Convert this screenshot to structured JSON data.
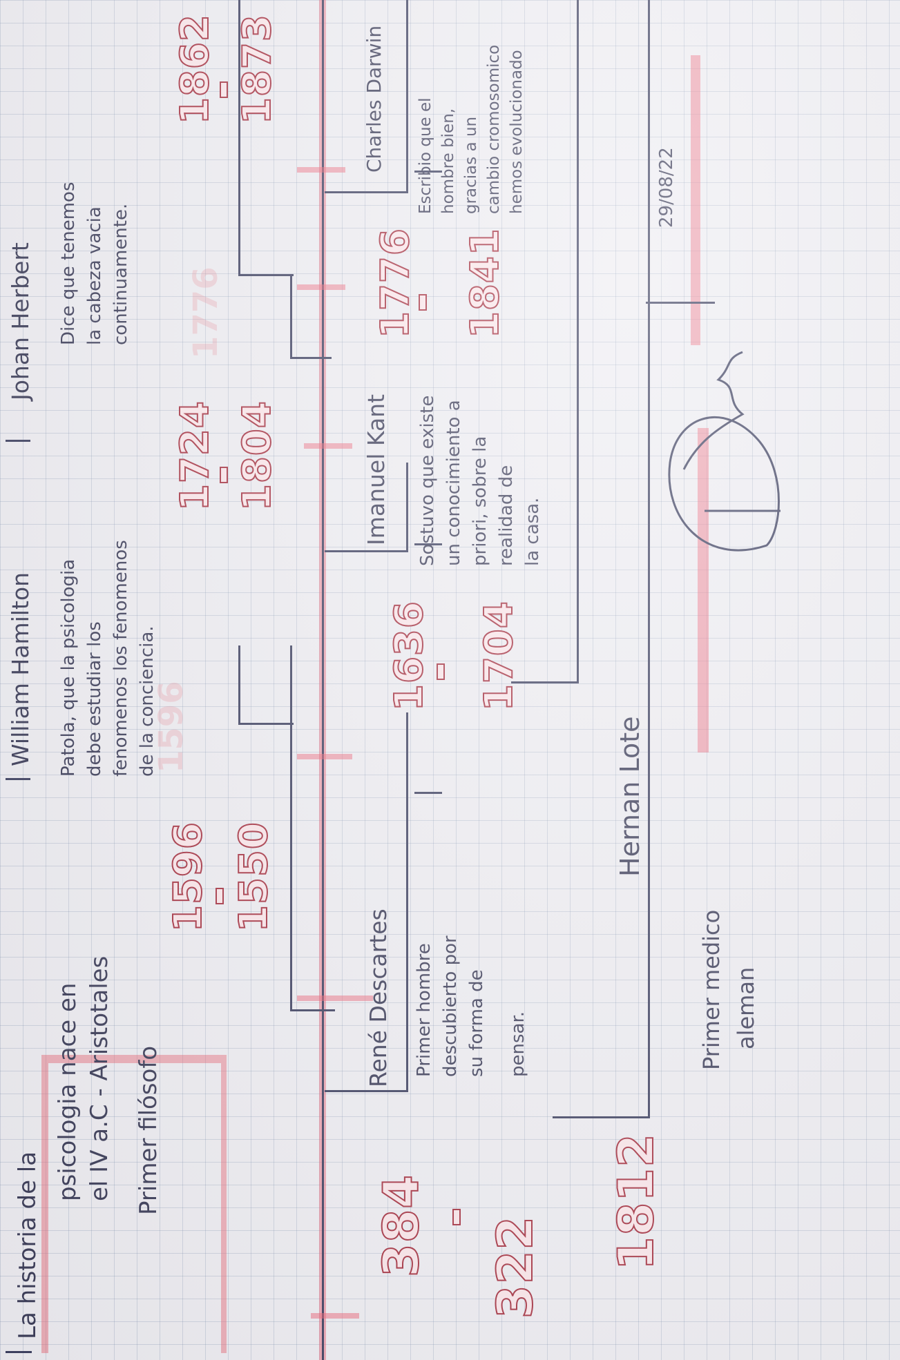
{
  "intro": {
    "line1": "La historia de la",
    "line2": "psicologia nace en",
    "line3": "el IV a.C - Aristotales",
    "line4": "Primer filósofo"
  },
  "aristoteles": {
    "year_from": "384",
    "year_to": "322"
  },
  "hamilton": {
    "name": "William Hamilton",
    "note": [
      "Patola, que la psicologia",
      "debe estudiar los",
      "fenomenos los fenomenos",
      "de la conciencia."
    ],
    "year_from": "1596",
    "year_to": "1550"
  },
  "descartes": {
    "name": "René Descartes",
    "note": [
      "Primer hombre",
      "descubierto por",
      "su forma de",
      "pensar."
    ],
    "year_from": "1636",
    "year_to": "1704"
  },
  "kant": {
    "name": "Imanuel Kant",
    "note": [
      "Sostuvo que existe",
      "un conocimiento a",
      "priori, sobre la",
      "realidad de",
      "la casa."
    ],
    "year_from": "1724",
    "year_to": "1804"
  },
  "herbert": {
    "name": "Johan Herbert",
    "note": [
      "Dice que tenemos",
      "la cabeza vacia",
      "continuamente."
    ],
    "year_from": "1776",
    "year_to": "1841"
  },
  "darwin": {
    "name": "Charles Darwin",
    "note": [
      "Escribio que el",
      "hombre bien,",
      "gracias a un",
      "cambio cromosomico",
      "hemos evolucionado"
    ],
    "year_from": "1862",
    "year_to": "1873"
  },
  "lote": {
    "name": "Hernan Lote",
    "note": [
      "Primer medico",
      "aleman"
    ],
    "year": "1812"
  },
  "signature": {
    "date": "29/08/22"
  },
  "colors": {
    "ink": "#3b3c58",
    "highlight": "#eb5f73",
    "paper": "#eeedf2"
  }
}
